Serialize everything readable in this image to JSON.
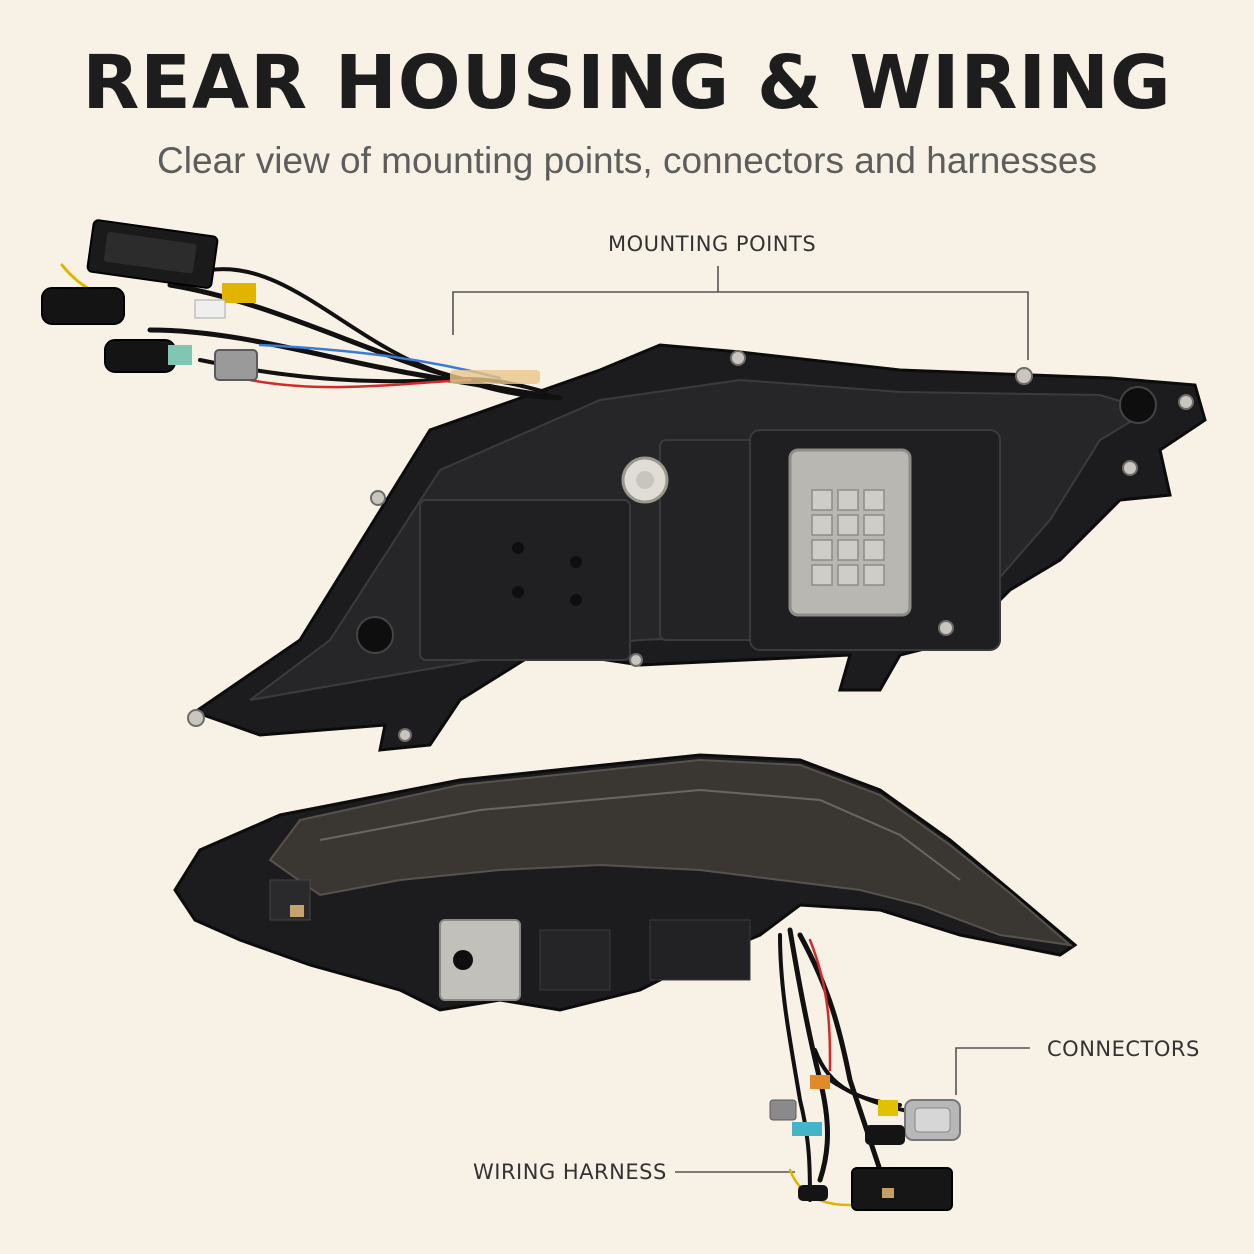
{
  "header": {
    "title": "REAR HOUSING & WIRING",
    "subtitle": "Clear view of mounting points, connectors and harnesses"
  },
  "callouts": {
    "mounting_points": "MOUNTING POINTS",
    "connectors": "CONNECTORS",
    "wiring_harness": "WIRING HARNESS"
  },
  "colors": {
    "background": "#f8f1e5",
    "housing": "#1c1c1e",
    "lens_smoke": "#3a3632",
    "leader_line": "#555555"
  }
}
